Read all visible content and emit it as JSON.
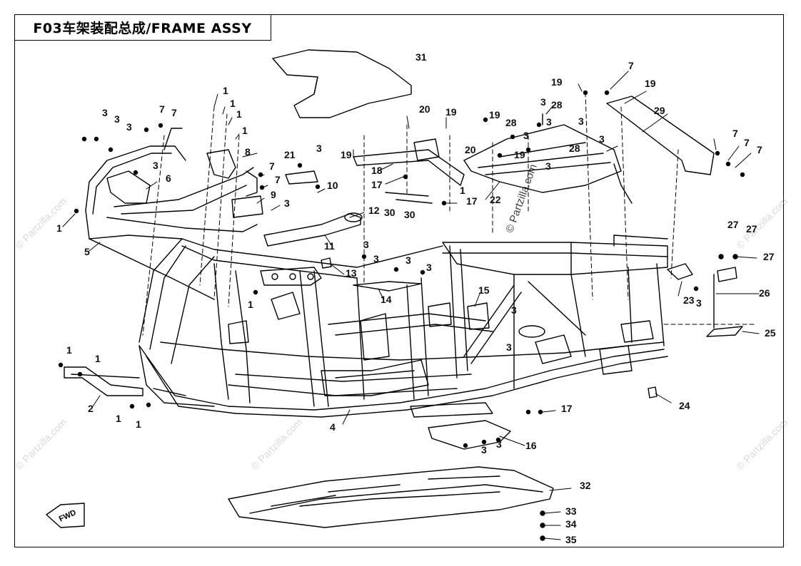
{
  "title": "F03车架装配总成/FRAME ASSY",
  "watermark": "© Partzilla.com",
  "direction_label": "FWD",
  "callouts": [
    "1",
    "2",
    "3",
    "4",
    "5",
    "6",
    "7",
    "8",
    "9",
    "10",
    "11",
    "12",
    "13",
    "14",
    "15",
    "16",
    "17",
    "18",
    "19",
    "20",
    "21",
    "22",
    "23",
    "24",
    "25",
    "26",
    "27",
    "28",
    "29",
    "30",
    "31",
    "32",
    "33",
    "34",
    "35"
  ]
}
